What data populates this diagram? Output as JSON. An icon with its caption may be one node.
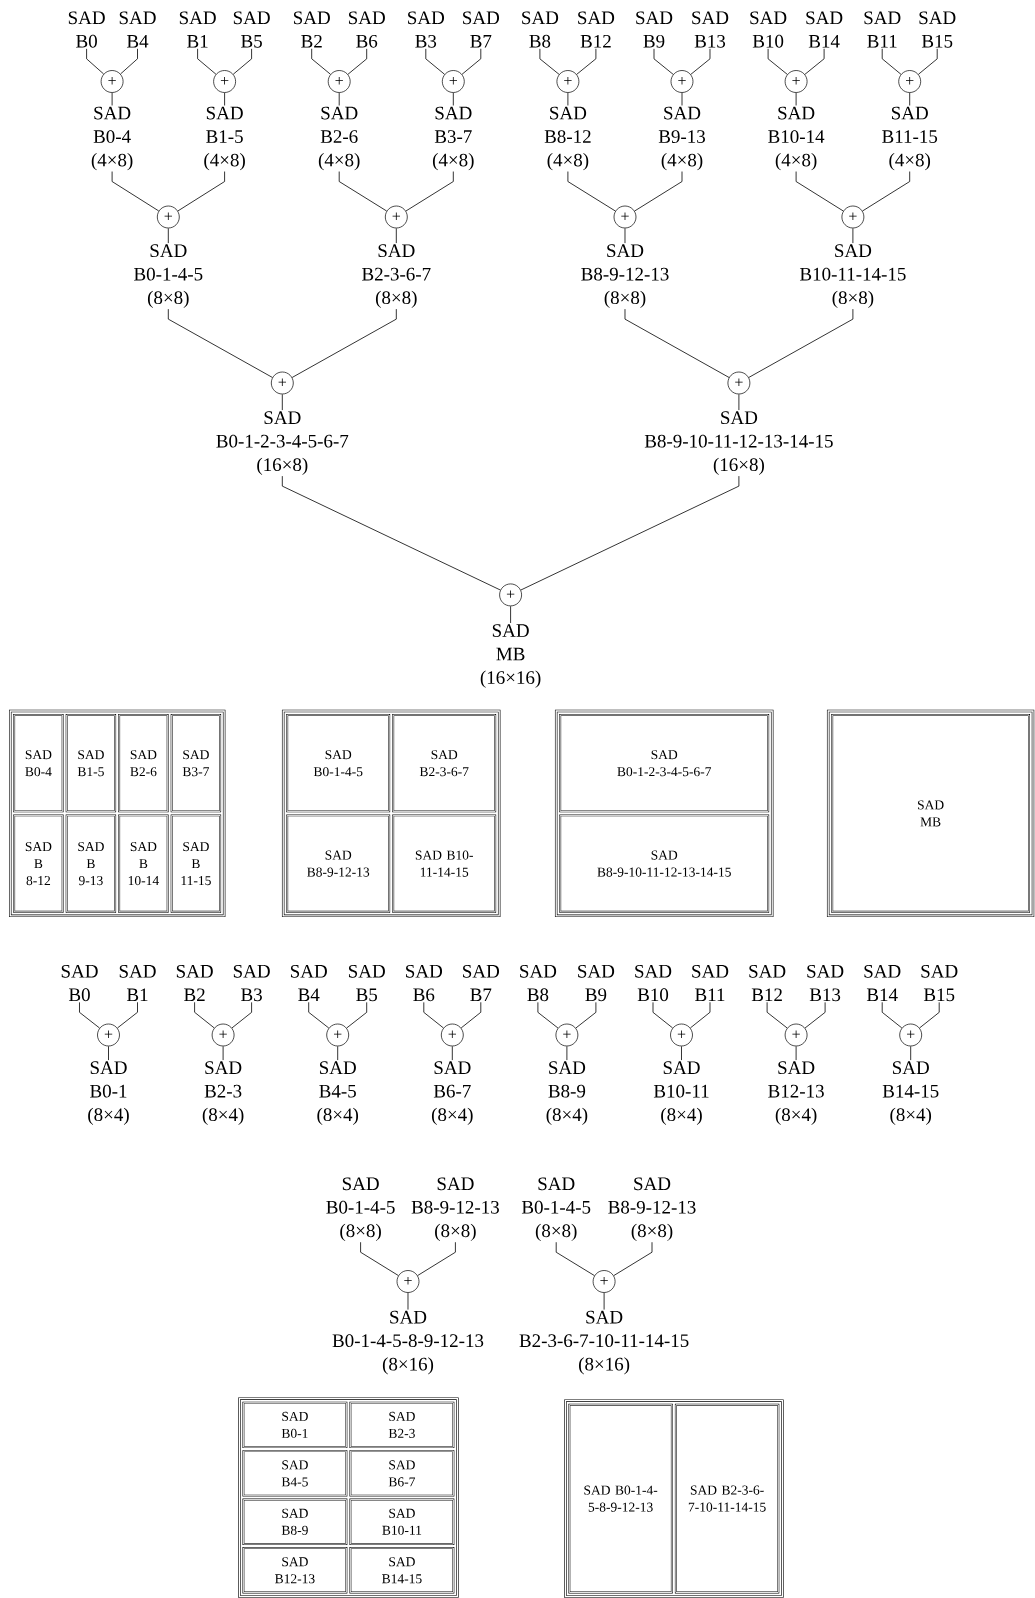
{
  "diagram": {
    "nodes": [
      {
        "text": [
          "SAD B0"
        ]
      },
      {
        "text": [
          "SAD B4"
        ]
      },
      {
        "text": [
          "SAD B1"
        ]
      },
      {
        "text": [
          "SAD B5"
        ]
      },
      {
        "text": [
          "SAD B2"
        ]
      },
      {
        "text": [
          "SAD B6"
        ]
      },
      {
        "text": [
          "SAD B3"
        ]
      },
      {
        "text": [
          "SAD B7"
        ]
      },
      {
        "text": [
          "SAD B8"
        ]
      },
      {
        "text": [
          "SAD B12"
        ]
      },
      {
        "text": [
          "SAD B9"
        ]
      },
      {
        "text": [
          "SAD B13"
        ]
      },
      {
        "text": [
          "SAD B10"
        ]
      },
      {
        "text": [
          "SAD B14"
        ]
      },
      {
        "text": [
          "SAD B11"
        ]
      },
      {
        "text": [
          "SAD B15"
        ]
      },
      {
        "text": [
          "+"
        ]
      },
      {
        "text": [
          "+"
        ]
      },
      {
        "text": [
          "+"
        ]
      },
      {
        "text": [
          "+"
        ]
      },
      {
        "text": [
          "+"
        ]
      },
      {
        "text": [
          "+"
        ]
      },
      {
        "text": [
          "+"
        ]
      },
      {
        "text": [
          "+"
        ]
      },
      {
        "text": [
          "SAD B0-4 (4×8)"
        ]
      },
      {
        "text": [
          "SAD B1-5 (4×8)"
        ]
      },
      {
        "text": [
          "SAD B2-6 (4×8)"
        ]
      },
      {
        "text": [
          "SAD B3-7 (4×8)"
        ]
      },
      {
        "text": [
          "SAD B8-12 (4×8)"
        ]
      },
      {
        "text": [
          "SAD B9-13 (4×8)"
        ]
      },
      {
        "text": [
          "SAD B10-14 (4×8)"
        ]
      },
      {
        "text": [
          "SAD B11-15 (4×8)"
        ]
      },
      {
        "text": [
          "+"
        ]
      },
      {
        "text": [
          "+"
        ]
      },
      {
        "text": [
          "+"
        ]
      },
      {
        "text": [
          "+"
        ]
      },
      {
        "text": [
          "SAD B0-1-4-5 (8×8)"
        ]
      },
      {
        "text": [
          "SAD B2-3-6-7 (8×8)"
        ]
      },
      {
        "text": [
          "SAD B8-9-12-13 (8×8)"
        ]
      },
      {
        "text": [
          "SAD B10-11-14-15 (8×8)"
        ]
      },
      {
        "text": [
          "+"
        ]
      },
      {
        "text": [
          "+"
        ]
      },
      {
        "text": [
          "SAD B0-1-2-3-4-5-6-7 (16×8)"
        ]
      },
      {
        "text": [
          "SAD B8-9-10-11-12-13-14-15 (16×8)"
        ]
      },
      {
        "text": [
          "+"
        ]
      },
      {
        "text": [
          "SAD MB (16×16)"
        ]
      },
      {
        "text": [],
        "shape": "box"
      },
      {
        "text": [
          "SAD B0-4"
        ],
        "in": 46
      },
      {
        "text": [
          "SAD B1-5"
        ],
        "in": 46
      },
      {
        "text": [
          "SAD B2-6"
        ],
        "in": 46
      },
      {
        "text": [
          "SAD B3-7"
        ],
        "in": 46
      },
      {
        "text": [
          "SAD B 8-12"
        ],
        "in": 46
      },
      {
        "text": [
          "SAD B 9-13"
        ],
        "in": 46
      },
      {
        "text": [
          "SAD B 10-14"
        ],
        "in": 46
      },
      {
        "text": [
          "SAD B 11-15"
        ],
        "in": 46
      },
      {
        "text": [],
        "shape": "box"
      },
      {
        "text": [
          "SAD B0-1-4-5"
        ],
        "in": 55
      },
      {
        "text": [
          "SAD B2-3-6-7"
        ],
        "in": 55
      },
      {
        "text": [
          "SAD B8-9-12-13"
        ],
        "in": 55
      },
      {
        "text": [
          "SAD B10-11-14-15"
        ],
        "in": 55
      },
      {
        "text": [],
        "shape": "box"
      },
      {
        "text": [
          "SAD B0-1-2-3-4-5-6-7"
        ],
        "in": 60
      },
      {
        "text": [
          "SAD B8-9-10-11-12-13-14-15"
        ],
        "in": 60
      },
      {
        "text": [],
        "shape": "box"
      },
      {
        "text": [
          "SAD MB"
        ],
        "in": 63
      },
      {
        "text": [
          "SAD B0"
        ]
      },
      {
        "text": [
          "SAD B1"
        ]
      },
      {
        "text": [
          "SAD B2"
        ]
      },
      {
        "text": [
          "SAD B3"
        ]
      },
      {
        "text": [
          "SAD B4"
        ]
      },
      {
        "text": [
          "SAD B5"
        ]
      },
      {
        "text": [
          "SAD B6"
        ]
      },
      {
        "text": [
          "SAD B7"
        ]
      },
      {
        "text": [
          "SAD B8"
        ]
      },
      {
        "text": [
          "SAD B9"
        ]
      },
      {
        "text": [
          "SAD B10"
        ]
      },
      {
        "text": [
          "SAD B11"
        ]
      },
      {
        "text": [
          "SAD B12"
        ]
      },
      {
        "text": [
          "SAD B13"
        ]
      },
      {
        "text": [
          "SAD B14"
        ]
      },
      {
        "text": [
          "SAD B15"
        ]
      },
      {
        "text": [
          "+"
        ]
      },
      {
        "text": [
          "+"
        ]
      },
      {
        "text": [
          "+"
        ]
      },
      {
        "text": [
          "+"
        ]
      },
      {
        "text": [
          "+"
        ]
      },
      {
        "text": [
          "+"
        ]
      },
      {
        "text": [
          "+"
        ]
      },
      {
        "text": [
          "+"
        ]
      },
      {
        "text": [
          "SAD B0-1 (8×4)"
        ]
      },
      {
        "text": [
          "SAD B2-3 (8×4)"
        ]
      },
      {
        "text": [
          "SAD B4-5 (8×4)"
        ]
      },
      {
        "text": [
          "SAD B6-7 (8×4)"
        ]
      },
      {
        "text": [
          "SAD B8-9 (8×4)"
        ]
      },
      {
        "text": [
          "SAD B10-11 (8×4)"
        ]
      },
      {
        "text": [
          "SAD B12-13 (8×4)"
        ]
      },
      {
        "text": [
          "SAD B14-15 (8×4)"
        ]
      },
      {
        "text": [
          "SAD B0-1-4-5 (8×8)"
        ]
      },
      {
        "text": [
          "SAD B8-9-12-13 (8×8)"
        ]
      },
      {
        "text": [
          "SAD B0-1-4-5 (8×8)"
        ]
      },
      {
        "text": [
          "SAD B8-9-12-13 (8×8)"
        ]
      },
      {
        "text": [
          "+"
        ]
      },
      {
        "text": [
          "+"
        ]
      },
      {
        "text": [
          "SAD B0-1-4-5-8-9-12-13 (8×16)"
        ]
      },
      {
        "text": [
          "SAD B2-3-6-7-10-11-14-15 (8×16)"
        ]
      },
      {
        "text": [],
        "shape": "box"
      },
      {
        "text": [
          "SAD B0-1"
        ],
        "in": 105
      },
      {
        "text": [
          "SAD B2-3"
        ],
        "in": 105
      },
      {
        "text": [
          "SAD B4-5"
        ],
        "in": 105
      },
      {
        "text": [
          "SAD B6-7"
        ],
        "in": 105
      },
      {
        "text": [
          "SAD B8-9"
        ],
        "in": 105
      },
      {
        "text": [
          "SAD B10-11"
        ],
        "in": 105
      },
      {
        "text": [
          "SAD B12-13"
        ],
        "in": 105
      },
      {
        "text": [
          "SAD B14-15"
        ],
        "in": 105
      },
      {
        "text": [],
        "shape": "box"
      },
      {
        "text": [
          "SAD B0-1-4-5-8-9-12-13"
        ],
        "in": 114
      },
      {
        "text": [
          "SAD B2-3-6-7-10-11-14-15"
        ],
        "in": 114
      }
    ],
    "edges": [
      {
        "from": 0,
        "to": 16,
        "arrow": "none"
      },
      {
        "from": 1,
        "to": 16,
        "arrow": "none"
      },
      {
        "from": 2,
        "to": 17,
        "arrow": "none"
      },
      {
        "from": 3,
        "to": 17,
        "arrow": "none"
      },
      {
        "from": 4,
        "to": 18,
        "arrow": "none"
      },
      {
        "from": 5,
        "to": 18,
        "arrow": "none"
      },
      {
        "from": 6,
        "to": 19,
        "arrow": "none"
      },
      {
        "from": 7,
        "to": 19,
        "arrow": "none"
      },
      {
        "from": 8,
        "to": 20,
        "arrow": "none"
      },
      {
        "from": 9,
        "to": 20,
        "arrow": "none"
      },
      {
        "from": 10,
        "to": 21,
        "arrow": "none"
      },
      {
        "from": 11,
        "to": 21,
        "arrow": "none"
      },
      {
        "from": 12,
        "to": 22,
        "arrow": "none"
      },
      {
        "from": 13,
        "to": 22,
        "arrow": "none"
      },
      {
        "from": 14,
        "to": 23,
        "arrow": "none"
      },
      {
        "from": 15,
        "to": 23,
        "arrow": "none"
      },
      {
        "from": 16,
        "to": 24,
        "arrow": "none"
      },
      {
        "from": 17,
        "to": 25,
        "arrow": "none"
      },
      {
        "from": 18,
        "to": 26,
        "arrow": "none"
      },
      {
        "from": 19,
        "to": 27,
        "arrow": "none"
      },
      {
        "from": 20,
        "to": 28,
        "arrow": "none"
      },
      {
        "from": 21,
        "to": 29,
        "arrow": "none"
      },
      {
        "from": 22,
        "to": 30,
        "arrow": "none"
      },
      {
        "from": 23,
        "to": 31,
        "arrow": "none"
      },
      {
        "from": 24,
        "to": 32,
        "arrow": "none"
      },
      {
        "from": 25,
        "to": 32,
        "arrow": "none"
      },
      {
        "from": 26,
        "to": 33,
        "arrow": "none"
      },
      {
        "from": 27,
        "to": 33,
        "arrow": "none"
      },
      {
        "from": 28,
        "to": 34,
        "arrow": "none"
      },
      {
        "from": 29,
        "to": 34,
        "arrow": "none"
      },
      {
        "from": 30,
        "to": 35,
        "arrow": "none"
      },
      {
        "from": 31,
        "to": 35,
        "arrow": "none"
      },
      {
        "from": 32,
        "to": 36,
        "arrow": "none"
      },
      {
        "from": 33,
        "to": 37,
        "arrow": "none"
      },
      {
        "from": 34,
        "to": 38,
        "arrow": "none"
      },
      {
        "from": 35,
        "to": 39,
        "arrow": "none"
      },
      {
        "from": 36,
        "to": 40,
        "arrow": "none"
      },
      {
        "from": 37,
        "to": 40,
        "arrow": "none"
      },
      {
        "from": 38,
        "to": 41,
        "arrow": "none"
      },
      {
        "from": 39,
        "to": 41,
        "arrow": "none"
      },
      {
        "from": 40,
        "to": 42,
        "arrow": "none"
      },
      {
        "from": 41,
        "to": 43,
        "arrow": "none"
      },
      {
        "from": 42,
        "to": 44,
        "arrow": "none"
      },
      {
        "from": 43,
        "to": 44,
        "arrow": "none"
      },
      {
        "from": 44,
        "to": 45,
        "arrow": "none"
      },
      {
        "from": 65,
        "to": 81,
        "arrow": "none"
      },
      {
        "from": 66,
        "to": 81,
        "arrow": "none"
      },
      {
        "from": 67,
        "to": 82,
        "arrow": "none"
      },
      {
        "from": 68,
        "to": 82,
        "arrow": "none"
      },
      {
        "from": 69,
        "to": 83,
        "arrow": "none"
      },
      {
        "from": 70,
        "to": 83,
        "arrow": "none"
      },
      {
        "from": 71,
        "to": 84,
        "arrow": "none"
      },
      {
        "from": 72,
        "to": 84,
        "arrow": "none"
      },
      {
        "from": 73,
        "to": 85,
        "arrow": "none"
      },
      {
        "from": 74,
        "to": 85,
        "arrow": "none"
      },
      {
        "from": 75,
        "to": 86,
        "arrow": "none"
      },
      {
        "from": 76,
        "to": 86,
        "arrow": "none"
      },
      {
        "from": 77,
        "to": 87,
        "arrow": "none"
      },
      {
        "from": 78,
        "to": 87,
        "arrow": "none"
      },
      {
        "from": 79,
        "to": 88,
        "arrow": "none"
      },
      {
        "from": 80,
        "to": 88,
        "arrow": "none"
      },
      {
        "from": 81,
        "to": 89,
        "arrow": "none"
      },
      {
        "from": 82,
        "to": 90,
        "arrow": "none"
      },
      {
        "from": 83,
        "to": 91,
        "arrow": "none"
      },
      {
        "from": 84,
        "to": 92,
        "arrow": "none"
      },
      {
        "from": 85,
        "to": 93,
        "arrow": "none"
      },
      {
        "from": 86,
        "to": 94,
        "arrow": "none"
      },
      {
        "from": 87,
        "to": 95,
        "arrow": "none"
      },
      {
        "from": 88,
        "to": 96,
        "arrow": "none"
      },
      {
        "from": 97,
        "to": 101,
        "arrow": "none"
      },
      {
        "from": 98,
        "to": 101,
        "arrow": "none"
      },
      {
        "from": 99,
        "to": 102,
        "arrow": "none"
      },
      {
        "from": 100,
        "to": 102,
        "arrow": "none"
      },
      {
        "from": 101,
        "to": 103,
        "arrow": "none"
      },
      {
        "from": 102,
        "to": 104,
        "arrow": "none"
      }
    ]
  }
}
